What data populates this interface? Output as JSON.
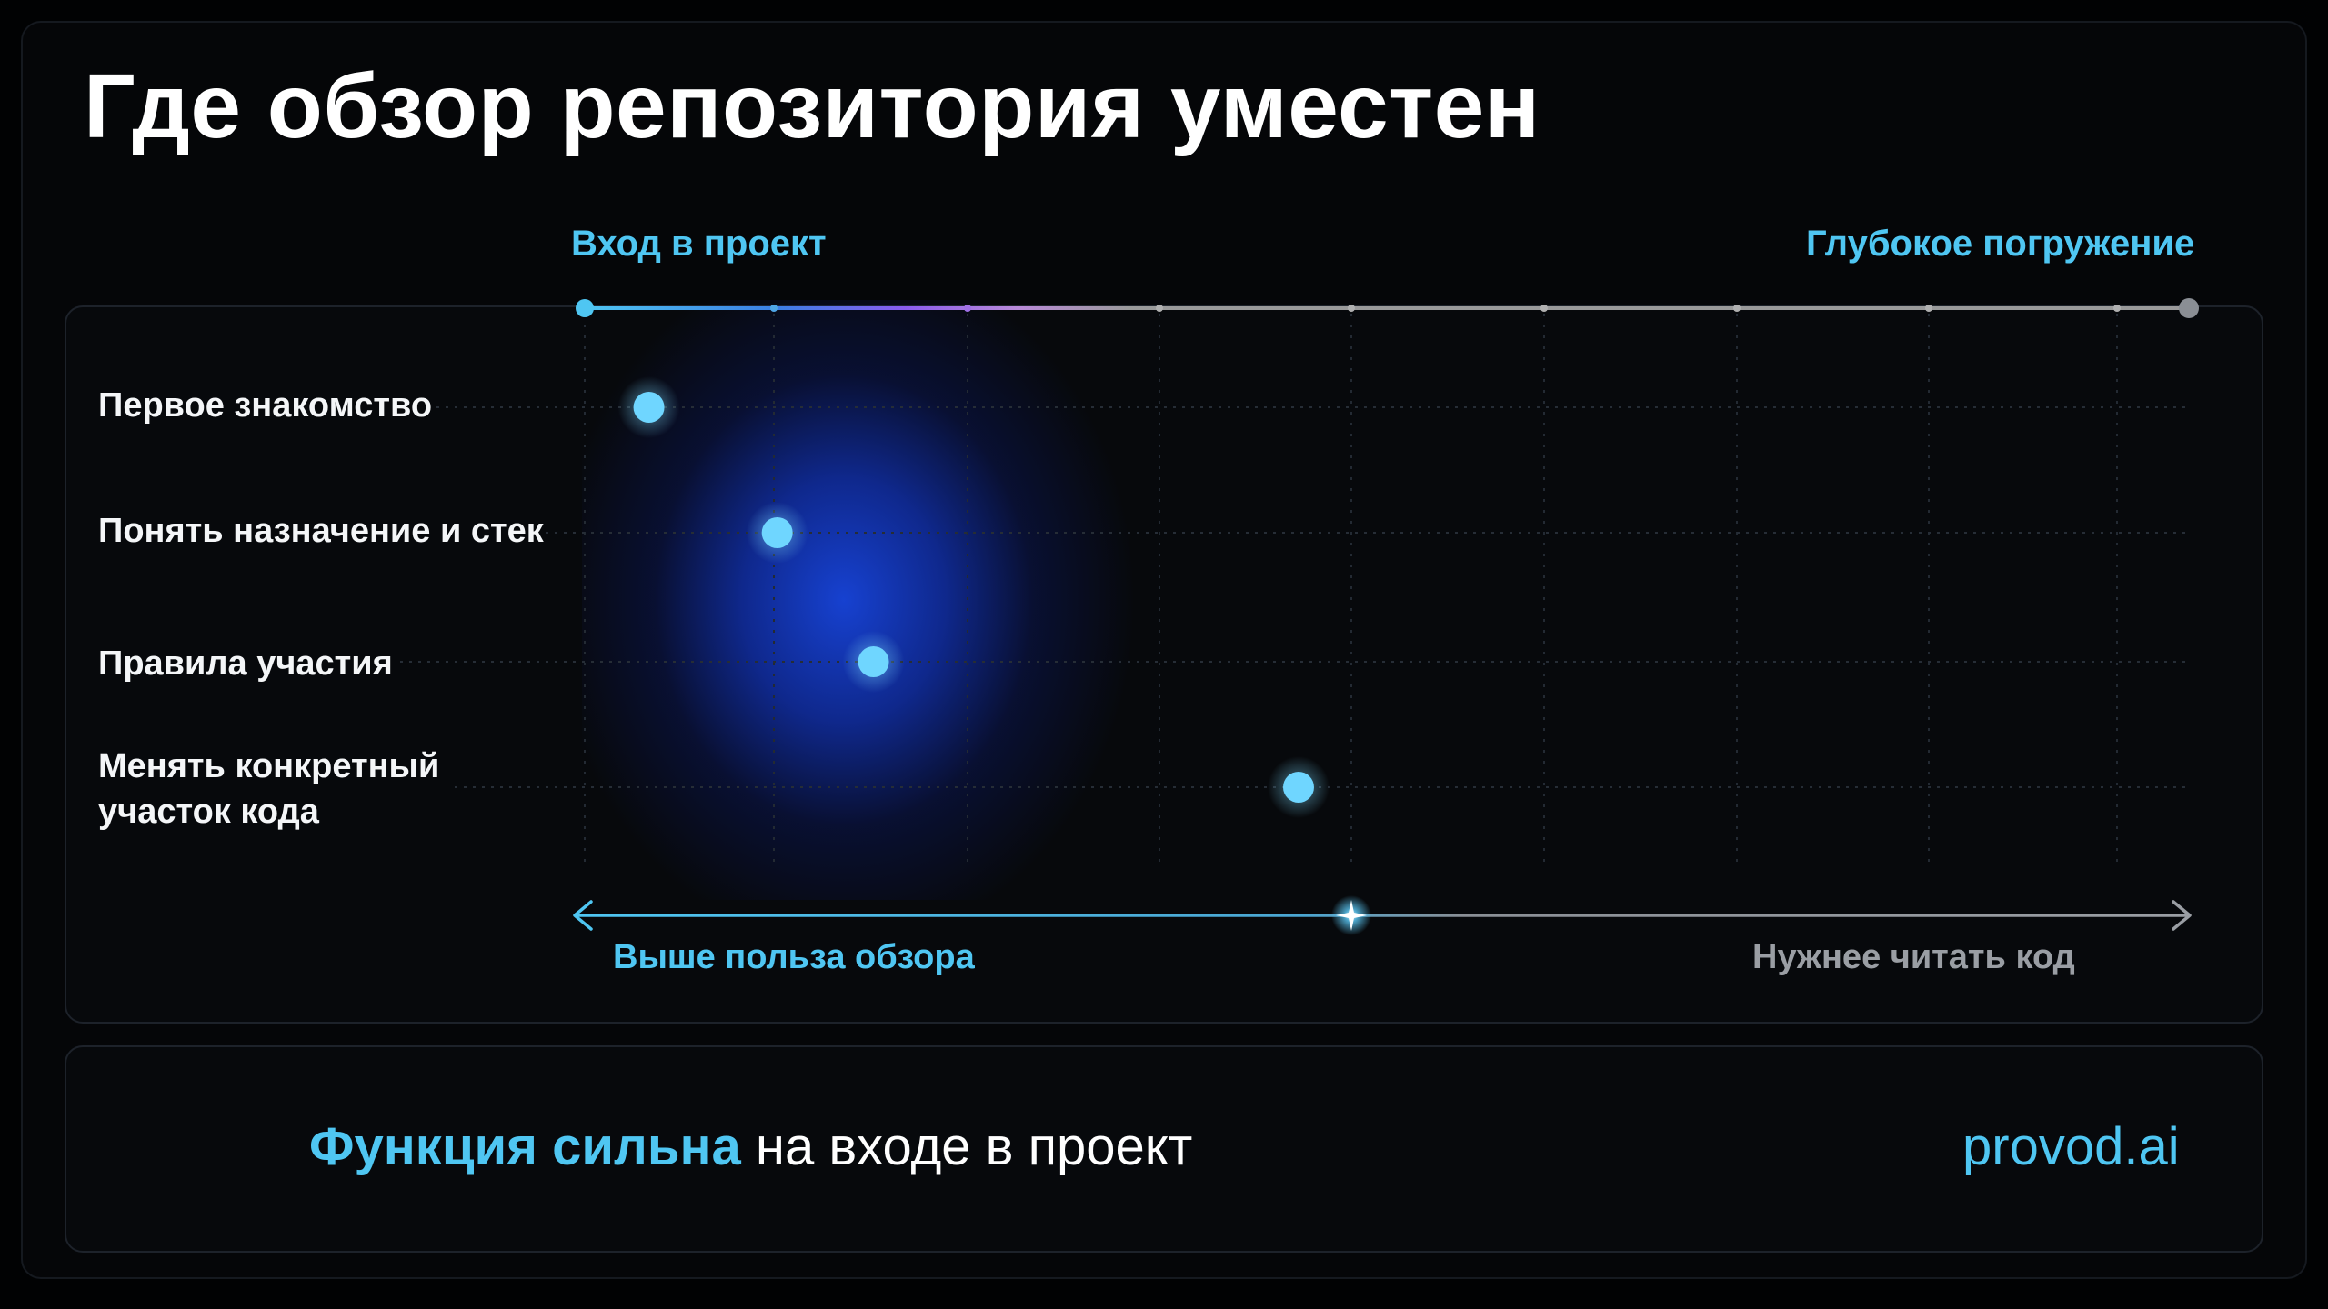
{
  "title": "Где обзор репозитория уместен",
  "axis": {
    "left_label": "Вход в проект",
    "right_label": "Глубокое погружение",
    "bottom_left": "Выше польза обзора",
    "bottom_right": "Нужнее читать код"
  },
  "chart_data": {
    "type": "scatter",
    "categories": [
      "Первое знакомство",
      "Понять назначение и стек",
      "Правила участия",
      "Менять конкретный участок кода"
    ],
    "rows": [
      {
        "label_line1": "Первое знакомство",
        "label_line2": "",
        "value": 0.04
      },
      {
        "label_line1": "Понять назначение и стек",
        "label_line2": "",
        "value": 0.12
      },
      {
        "label_line1": "Правила участия",
        "label_line2": "",
        "value": 0.18
      },
      {
        "label_line1": "Менять конкретный",
        "label_line2": "участок кода",
        "value": 0.445
      }
    ],
    "x_range": [
      0,
      1
    ]
  },
  "footer": {
    "accent": "Функция сильна",
    "rest": " на входе в проект",
    "brand": "provod.ai"
  },
  "colors": {
    "accent": "#4fc6f2",
    "point": "#6fd6ff",
    "glow": "#1846e1"
  }
}
